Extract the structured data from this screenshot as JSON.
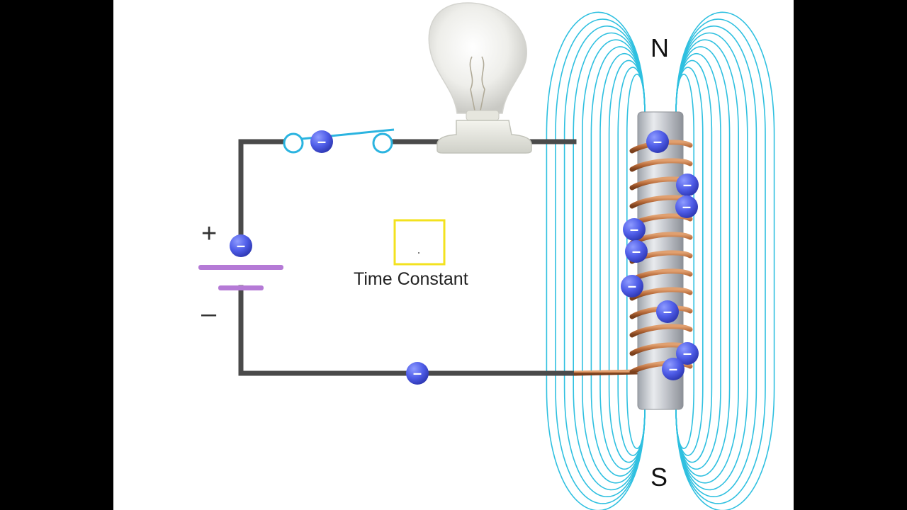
{
  "diagram": {
    "timer_label": "Time Constant",
    "poles": {
      "north": "N",
      "south": "S"
    },
    "battery": {
      "positive": "+",
      "negative": "–"
    },
    "electron_symbol": "–",
    "colors": {
      "wire": "#4a4a4a",
      "field_lines": "#2fc0e0",
      "switch": "#2bb4e0",
      "battery_plate": "#b57ad6",
      "coil": "#b86b3a",
      "electron": "#4f5de8",
      "timer_box": "#f3e21f",
      "core": "#b8bcc4"
    },
    "icons": [
      "light-bulb-icon",
      "electron-icon",
      "open-switch-icon",
      "battery-icon",
      "iron-core-icon"
    ]
  }
}
